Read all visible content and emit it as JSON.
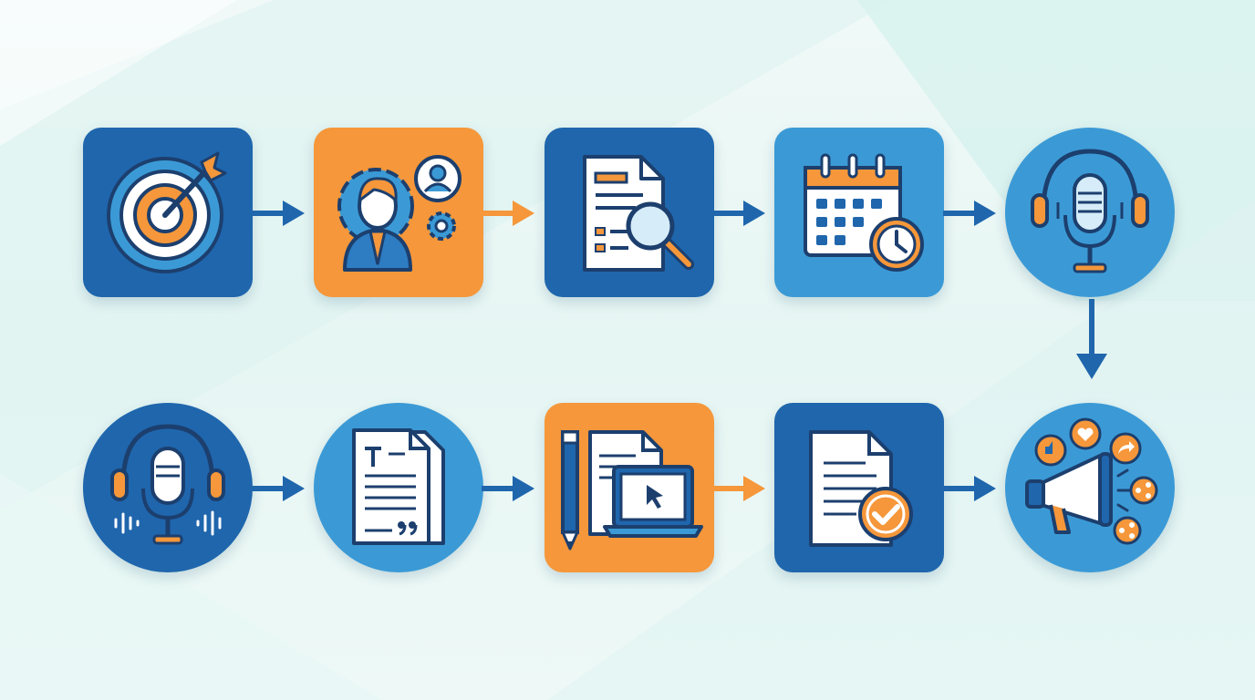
{
  "colors": {
    "dark_blue": "#1f66ad",
    "light_blue": "#3b9ad6",
    "orange": "#f5973a",
    "outline": "#1c3f6e",
    "arrow_blue": "#1f66ad",
    "arrow_orange": "#f5973a"
  },
  "steps": [
    {
      "name": "goal-target",
      "shape": "square",
      "color": "dark_blue",
      "icon": "target-icon"
    },
    {
      "name": "guest-persona",
      "shape": "square",
      "color": "orange",
      "icon": "person-gear-icon"
    },
    {
      "name": "research",
      "shape": "square",
      "color": "dark_blue",
      "icon": "document-magnifier-icon"
    },
    {
      "name": "scheduling",
      "shape": "square",
      "color": "light_blue",
      "icon": "calendar-clock-icon"
    },
    {
      "name": "recording",
      "shape": "circle",
      "color": "light_blue",
      "icon": "studio-microphone-icon"
    },
    {
      "name": "audio-editing",
      "shape": "circle",
      "color": "dark_blue",
      "icon": "microphone-waveform-icon"
    },
    {
      "name": "transcript",
      "shape": "circle",
      "color": "light_blue",
      "icon": "transcript-document-icon"
    },
    {
      "name": "content-creation",
      "shape": "square",
      "color": "orange",
      "icon": "pencil-document-laptop-icon"
    },
    {
      "name": "approval",
      "shape": "square",
      "color": "dark_blue",
      "icon": "approved-document-icon"
    },
    {
      "name": "promotion",
      "shape": "circle",
      "color": "light_blue",
      "icon": "megaphone-social-icon"
    }
  ],
  "connections": [
    {
      "from": 0,
      "to": 1,
      "color": "arrow_blue"
    },
    {
      "from": 1,
      "to": 2,
      "color": "arrow_orange"
    },
    {
      "from": 2,
      "to": 3,
      "color": "arrow_blue"
    },
    {
      "from": 3,
      "to": 4,
      "color": "arrow_blue"
    },
    {
      "from": 4,
      "to": 9,
      "color": "arrow_blue"
    },
    {
      "from": 5,
      "to": 6,
      "color": "arrow_blue"
    },
    {
      "from": 6,
      "to": 7,
      "color": "arrow_blue"
    },
    {
      "from": 7,
      "to": 8,
      "color": "arrow_orange"
    },
    {
      "from": 8,
      "to": 9,
      "color": "arrow_blue"
    }
  ]
}
